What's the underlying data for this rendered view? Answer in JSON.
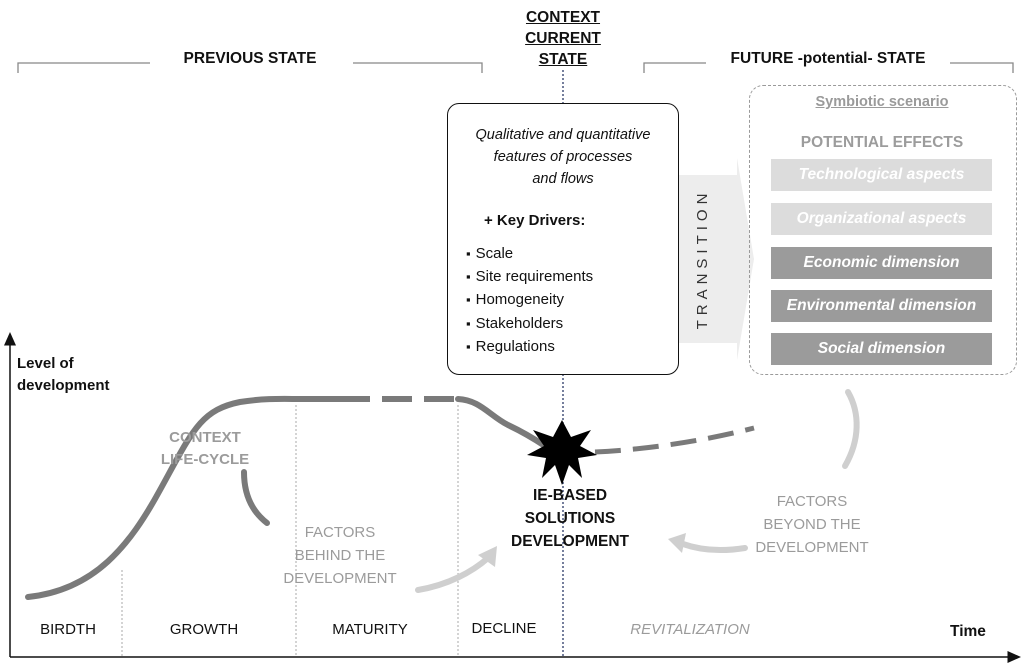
{
  "headers": {
    "previous": "PREVIOUS STATE",
    "context_lines": [
      "CONTEXT",
      "CURRENT",
      "STATE"
    ],
    "future": "FUTURE -potential- STATE"
  },
  "features_box": {
    "intro_lines": [
      "Qualitative and quantitative",
      "features of processes",
      "and flows"
    ],
    "drivers_title": "+ Key Drivers:",
    "drivers": [
      "Scale",
      "Site requirements",
      "Homogeneity",
      "Stakeholders",
      "Regulations"
    ]
  },
  "transition": "TRANSITION",
  "symbiotic": {
    "title": "Symbiotic scenario",
    "effects_title": "POTENTIAL EFFECTS",
    "effects": [
      "Technological  aspects",
      "Organizational aspects",
      "Economic dimension",
      "Environmental  dimension",
      "Social dimension"
    ]
  },
  "axes": {
    "y_label_lines": [
      "Level of",
      "development"
    ],
    "x_label": "Time"
  },
  "labels": {
    "lifecycle_lines": [
      "CONTEXT",
      "LIFE-CYCLE"
    ],
    "ie_lines": [
      "IE-BASED",
      "SOLUTIONS",
      "DEVELOPMENT"
    ],
    "factors_behind_lines": [
      "FACTORS",
      "BEHIND THE",
      "DEVELOPMENT"
    ],
    "factors_beyond_lines": [
      "FACTORS",
      "BEYOND THE",
      "DEVELOPMENT"
    ]
  },
  "phases": [
    "BIRDTH",
    "GROWTH",
    "MATURITY",
    "DECLINE",
    "REVITALIZATION"
  ],
  "colors": {
    "curve": "#7a7a7a",
    "light_bar": "#dcdcdc",
    "dark_bar": "#9b9b9b",
    "faded_text": "#9b9b9b"
  }
}
